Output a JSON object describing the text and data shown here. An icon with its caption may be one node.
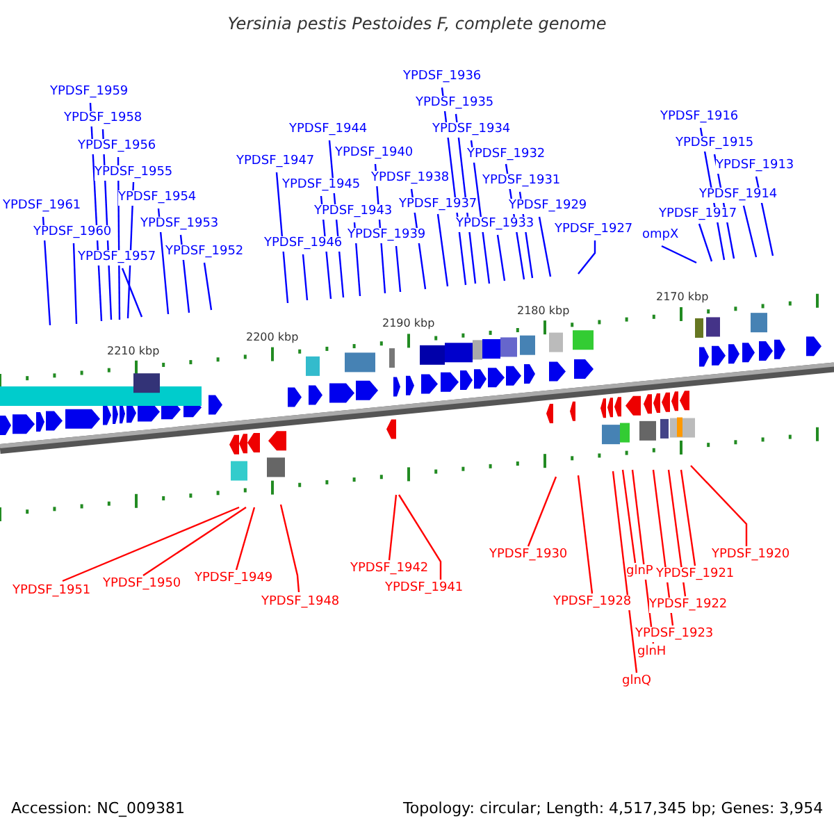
{
  "diagram": {
    "title": "Yersinia pestis Pestoides F, complete genome",
    "nodes": [
      {
        "text": [
          "YPDSF_1936"
        ]
      },
      {
        "text": [
          "YPDSF_1959"
        ]
      },
      {
        "text": [
          "YPDSF_1935"
        ]
      },
      {
        "text": [
          "YPDSF_1916"
        ]
      },
      {
        "text": [
          "YPDSF_1958"
        ]
      },
      {
        "text": [
          "YPDSF_1944"
        ]
      },
      {
        "text": [
          "YPDSF_1934"
        ]
      },
      {
        "text": [
          "YPDSF_1915"
        ]
      },
      {
        "text": [
          "YPDSF_1956"
        ]
      },
      {
        "text": [
          "YPDSF_1940"
        ]
      },
      {
        "text": [
          "YPDSF_1932"
        ]
      },
      {
        "text": [
          "YPDSF_1947"
        ]
      },
      {
        "text": [
          "YPDSF_1913"
        ]
      },
      {
        "text": [
          "YPDSF_1955"
        ]
      },
      {
        "text": [
          "YPDSF_1938"
        ]
      },
      {
        "text": [
          "YPDSF_1931"
        ]
      },
      {
        "text": [
          "YPDSF_1945"
        ]
      },
      {
        "text": [
          "YPDSF_1914"
        ]
      },
      {
        "text": [
          "YPDSF_1954"
        ]
      },
      {
        "text": [
          "YPDSF_1937"
        ]
      },
      {
        "text": [
          "YPDSF_1961"
        ]
      },
      {
        "text": [
          "YPDSF_1929"
        ]
      },
      {
        "text": [
          "YPDSF_1943"
        ]
      },
      {
        "text": [
          "YPDSF_1917"
        ]
      },
      {
        "text": [
          "YPDSF_1953"
        ]
      },
      {
        "text": [
          "YPDSF_1933"
        ]
      },
      {
        "text": [
          "YPDSF_1927"
        ]
      },
      {
        "text": [
          "YPDSF_1960"
        ]
      },
      {
        "text": [
          "ompX"
        ]
      },
      {
        "text": [
          "YPDSF_1939"
        ]
      },
      {
        "text": [
          "YPDSF_1946"
        ]
      },
      {
        "text": [
          "YPDSF_1952"
        ]
      },
      {
        "text": [
          "YPDSF_1957"
        ]
      },
      {
        "text": [
          "YPDSF_1920"
        ]
      },
      {
        "text": [
          "YPDSF_1930"
        ]
      },
      {
        "text": [
          "YPDSF_1942"
        ]
      },
      {
        "text": [
          "glnP"
        ]
      },
      {
        "text": [
          "YPDSF_1921"
        ]
      },
      {
        "text": [
          "YPDSF_1949"
        ]
      },
      {
        "text": [
          "YPDSF_1950"
        ]
      },
      {
        "text": [
          "YPDSF_1941"
        ]
      },
      {
        "text": [
          "YPDSF_1951"
        ]
      },
      {
        "text": [
          "YPDSF_1948"
        ]
      },
      {
        "text": [
          "YPDSF_1928"
        ]
      },
      {
        "text": [
          "YPDSF_1922"
        ]
      },
      {
        "text": [
          "YPDSF_1923"
        ]
      },
      {
        "text": [
          "glnH"
        ]
      },
      {
        "text": [
          "glnQ"
        ]
      }
    ],
    "edges": [
      {
        "from": 0,
        "to": null,
        "arrow": "none"
      },
      {
        "from": 1,
        "to": null,
        "arrow": "none"
      },
      {
        "from": 2,
        "to": null,
        "arrow": "none"
      },
      {
        "from": 3,
        "to": null,
        "arrow": "none"
      },
      {
        "from": 4,
        "to": null,
        "arrow": "none"
      },
      {
        "from": 5,
        "to": null,
        "arrow": "none"
      },
      {
        "from": 6,
        "to": null,
        "arrow": "none"
      },
      {
        "from": 7,
        "to": null,
        "arrow": "none"
      },
      {
        "from": 8,
        "to": null,
        "arrow": "none"
      },
      {
        "from": 9,
        "to": null,
        "arrow": "none"
      },
      {
        "from": 10,
        "to": null,
        "arrow": "none"
      },
      {
        "from": 11,
        "to": null,
        "arrow": "none"
      },
      {
        "from": 12,
        "to": null,
        "arrow": "none"
      },
      {
        "from": 13,
        "to": null,
        "arrow": "none"
      },
      {
        "from": 14,
        "to": null,
        "arrow": "none"
      },
      {
        "from": 15,
        "to": null,
        "arrow": "none"
      },
      {
        "from": 16,
        "to": null,
        "arrow": "none"
      },
      {
        "from": 17,
        "to": null,
        "arrow": "none"
      },
      {
        "from": 18,
        "to": null,
        "arrow": "none"
      },
      {
        "from": 19,
        "to": null,
        "arrow": "none"
      },
      {
        "from": 20,
        "to": null,
        "arrow": "none"
      },
      {
        "from": 21,
        "to": null,
        "arrow": "none"
      },
      {
        "from": 22,
        "to": null,
        "arrow": "none"
      },
      {
        "from": 23,
        "to": null,
        "arrow": "none"
      },
      {
        "from": 24,
        "to": null,
        "arrow": "none"
      },
      {
        "from": 25,
        "to": null,
        "arrow": "none"
      },
      {
        "from": 26,
        "to": null,
        "arrow": "none"
      },
      {
        "from": 27,
        "to": null,
        "arrow": "none"
      },
      {
        "from": 28,
        "to": null,
        "arrow": "none"
      },
      {
        "from": 29,
        "to": null,
        "arrow": "none"
      },
      {
        "from": 30,
        "to": null,
        "arrow": "none"
      },
      {
        "from": 31,
        "to": null,
        "arrow": "none"
      },
      {
        "from": 32,
        "to": null,
        "arrow": "none"
      },
      {
        "from": 33,
        "to": null,
        "arrow": "none",
        "color": "#ff0000"
      },
      {
        "from": 34,
        "to": null,
        "arrow": "none",
        "color": "#ff0000"
      },
      {
        "from": 35,
        "to": null,
        "arrow": "none",
        "color": "#ff0000"
      },
      {
        "from": 36,
        "to": null,
        "arrow": "none",
        "color": "#ff0000"
      },
      {
        "from": 37,
        "to": null,
        "arrow": "none",
        "color": "#ff0000"
      },
      {
        "from": 38,
        "to": null,
        "arrow": "none",
        "color": "#ff0000"
      },
      {
        "from": 39,
        "to": null,
        "arrow": "none",
        "color": "#ff0000"
      },
      {
        "from": 40,
        "to": null,
        "arrow": "none",
        "color": "#ff0000"
      },
      {
        "from": 41,
        "to": null,
        "arrow": "none",
        "color": "#ff0000"
      },
      {
        "from": 42,
        "to": null,
        "arrow": "none",
        "color": "#ff0000"
      },
      {
        "from": 43,
        "to": null,
        "arrow": "none",
        "color": "#ff0000"
      },
      {
        "from": 44,
        "to": null,
        "arrow": "none",
        "color": "#ff0000"
      },
      {
        "from": 45,
        "to": null,
        "arrow": "none",
        "color": "#ff0000"
      },
      {
        "from": 46,
        "to": null,
        "arrow": "none",
        "color": "#ff0000"
      },
      {
        "from": 47,
        "to": null,
        "arrow": "none",
        "color": "#ff0000"
      }
    ],
    "labels": [
      "2210 kbp",
      "2200 kbp",
      "2190 kbp",
      "2180 kbp",
      "2170 kbp",
      "Accession: NC_009381",
      "Topology: circular; Length: 4,517,345 bp; Genes: 3,954"
    ]
  }
}
